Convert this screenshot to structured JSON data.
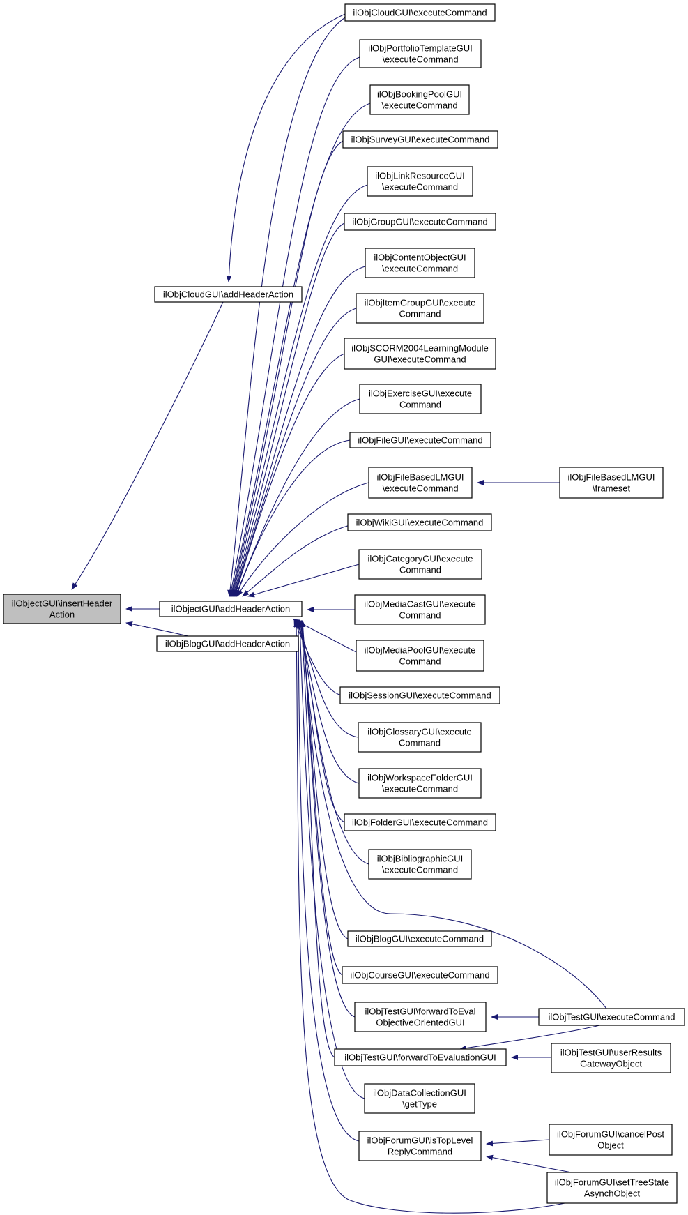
{
  "nodes": [
    {
      "id": "root",
      "lines": [
        "ilObjectGUI\\insertHeader",
        "Action"
      ],
      "highlight": true
    },
    {
      "id": "cloud_aha",
      "lines": [
        "ilObjCloudGUI\\addHeaderAction"
      ]
    },
    {
      "id": "object_aha",
      "lines": [
        "ilObjectGUI\\addHeaderAction"
      ]
    },
    {
      "id": "blog_aha",
      "lines": [
        "ilObjBlogGUI\\addHeaderAction"
      ]
    },
    {
      "id": "cloud_ec",
      "lines": [
        "ilObjCloudGUI\\executeCommand"
      ]
    },
    {
      "id": "portfolio_ec",
      "lines": [
        "ilObjPortfolioTemplateGUI",
        "\\executeCommand"
      ]
    },
    {
      "id": "bookingpool_ec",
      "lines": [
        "ilObjBookingPoolGUI",
        "\\executeCommand"
      ]
    },
    {
      "id": "survey_ec",
      "lines": [
        "ilObjSurveyGUI\\executeCommand"
      ]
    },
    {
      "id": "linkres_ec",
      "lines": [
        "ilObjLinkResourceGUI",
        "\\executeCommand"
      ]
    },
    {
      "id": "group_ec",
      "lines": [
        "ilObjGroupGUI\\executeCommand"
      ]
    },
    {
      "id": "contentobj_ec",
      "lines": [
        "ilObjContentObjectGUI",
        "\\executeCommand"
      ]
    },
    {
      "id": "itemgroup_ec",
      "lines": [
        "ilObjItemGroupGUI\\execute",
        "Command"
      ]
    },
    {
      "id": "scorm_ec",
      "lines": [
        "ilObjSCORM2004LearningModule",
        "GUI\\executeCommand"
      ]
    },
    {
      "id": "exercise_ec",
      "lines": [
        "ilObjExerciseGUI\\execute",
        "Command"
      ]
    },
    {
      "id": "file_ec",
      "lines": [
        "ilObjFileGUI\\executeCommand"
      ]
    },
    {
      "id": "filebasedlm_ec",
      "lines": [
        "ilObjFileBasedLMGUI",
        "\\executeCommand"
      ]
    },
    {
      "id": "filebasedlm_fs",
      "lines": [
        "ilObjFileBasedLMGUI",
        "\\frameset"
      ]
    },
    {
      "id": "wiki_ec",
      "lines": [
        "ilObjWikiGUI\\executeCommand"
      ]
    },
    {
      "id": "category_ec",
      "lines": [
        "ilObjCategoryGUI\\execute",
        "Command"
      ]
    },
    {
      "id": "mediacast_ec",
      "lines": [
        "ilObjMediaCastGUI\\execute",
        "Command"
      ]
    },
    {
      "id": "mediapool_ec",
      "lines": [
        "ilObjMediaPoolGUI\\execute",
        "Command"
      ]
    },
    {
      "id": "session_ec",
      "lines": [
        "ilObjSessionGUI\\executeCommand"
      ]
    },
    {
      "id": "glossary_ec",
      "lines": [
        "ilObjGlossaryGUI\\execute",
        "Command"
      ]
    },
    {
      "id": "wsfolder_ec",
      "lines": [
        "ilObjWorkspaceFolderGUI",
        "\\executeCommand"
      ]
    },
    {
      "id": "folder_ec",
      "lines": [
        "ilObjFolderGUI\\executeCommand"
      ]
    },
    {
      "id": "biblio_ec",
      "lines": [
        "ilObjBibliographicGUI",
        "\\executeCommand"
      ]
    },
    {
      "id": "blog_ec",
      "lines": [
        "ilObjBlogGUI\\executeCommand"
      ]
    },
    {
      "id": "course_ec",
      "lines": [
        "ilObjCourseGUI\\executeCommand"
      ]
    },
    {
      "id": "test_fteoo",
      "lines": [
        "ilObjTestGUI\\forwardToEval",
        "ObjectiveOrientedGUI"
      ]
    },
    {
      "id": "test_ec",
      "lines": [
        "ilObjTestGUI\\executeCommand"
      ]
    },
    {
      "id": "test_fte",
      "lines": [
        "ilObjTestGUI\\forwardToEvaluationGUI"
      ]
    },
    {
      "id": "test_urgo",
      "lines": [
        "ilObjTestGUI\\userResults",
        "GatewayObject"
      ]
    },
    {
      "id": "datacoll_gt",
      "lines": [
        "ilObjDataCollectionGUI",
        "\\getType"
      ]
    },
    {
      "id": "forum_itlrc",
      "lines": [
        "ilObjForumGUI\\isTopLevel",
        "ReplyCommand"
      ]
    },
    {
      "id": "forum_cpo",
      "lines": [
        "ilObjForumGUI\\cancelPost",
        "Object"
      ]
    },
    {
      "id": "forum_stsao",
      "lines": [
        "ilObjForumGUI\\setTreeState",
        "AsynchObject"
      ]
    }
  ],
  "edges": [
    {
      "from": "cloud_aha",
      "to": "root"
    },
    {
      "from": "object_aha",
      "to": "root"
    },
    {
      "from": "blog_aha",
      "to": "root"
    },
    {
      "from": "cloud_ec",
      "to": "cloud_aha"
    },
    {
      "from": "cloud_ec",
      "to": "object_aha"
    },
    {
      "from": "portfolio_ec",
      "to": "object_aha"
    },
    {
      "from": "bookingpool_ec",
      "to": "object_aha"
    },
    {
      "from": "survey_ec",
      "to": "object_aha"
    },
    {
      "from": "linkres_ec",
      "to": "object_aha"
    },
    {
      "from": "group_ec",
      "to": "object_aha"
    },
    {
      "from": "contentobj_ec",
      "to": "object_aha"
    },
    {
      "from": "itemgroup_ec",
      "to": "object_aha"
    },
    {
      "from": "scorm_ec",
      "to": "object_aha"
    },
    {
      "from": "exercise_ec",
      "to": "object_aha"
    },
    {
      "from": "file_ec",
      "to": "object_aha"
    },
    {
      "from": "filebasedlm_ec",
      "to": "object_aha"
    },
    {
      "from": "filebasedlm_fs",
      "to": "filebasedlm_ec"
    },
    {
      "from": "wiki_ec",
      "to": "object_aha"
    },
    {
      "from": "category_ec",
      "to": "object_aha"
    },
    {
      "from": "mediacast_ec",
      "to": "object_aha"
    },
    {
      "from": "mediapool_ec",
      "to": "object_aha"
    },
    {
      "from": "session_ec",
      "to": "object_aha"
    },
    {
      "from": "glossary_ec",
      "to": "object_aha"
    },
    {
      "from": "wsfolder_ec",
      "to": "object_aha"
    },
    {
      "from": "folder_ec",
      "to": "object_aha"
    },
    {
      "from": "biblio_ec",
      "to": "object_aha"
    },
    {
      "from": "blog_ec",
      "to": "object_aha"
    },
    {
      "from": "course_ec",
      "to": "object_aha"
    },
    {
      "from": "test_fteoo",
      "to": "object_aha"
    },
    {
      "from": "test_ec",
      "to": "test_fteoo"
    },
    {
      "from": "test_ec",
      "to": "test_fte"
    },
    {
      "from": "test_ec",
      "to": "object_aha"
    },
    {
      "from": "test_fte",
      "to": "object_aha"
    },
    {
      "from": "test_urgo",
      "to": "test_fte"
    },
    {
      "from": "datacoll_gt",
      "to": "object_aha"
    },
    {
      "from": "forum_itlrc",
      "to": "object_aha"
    },
    {
      "from": "forum_cpo",
      "to": "forum_itlrc"
    },
    {
      "from": "forum_stsao",
      "to": "forum_itlrc"
    },
    {
      "from": "forum_stsao",
      "to": "object_aha"
    }
  ],
  "colors": {
    "edge": "#191970",
    "root_fill": "#bfbfbf",
    "node_fill": "#ffffff",
    "border": "#000000"
  }
}
